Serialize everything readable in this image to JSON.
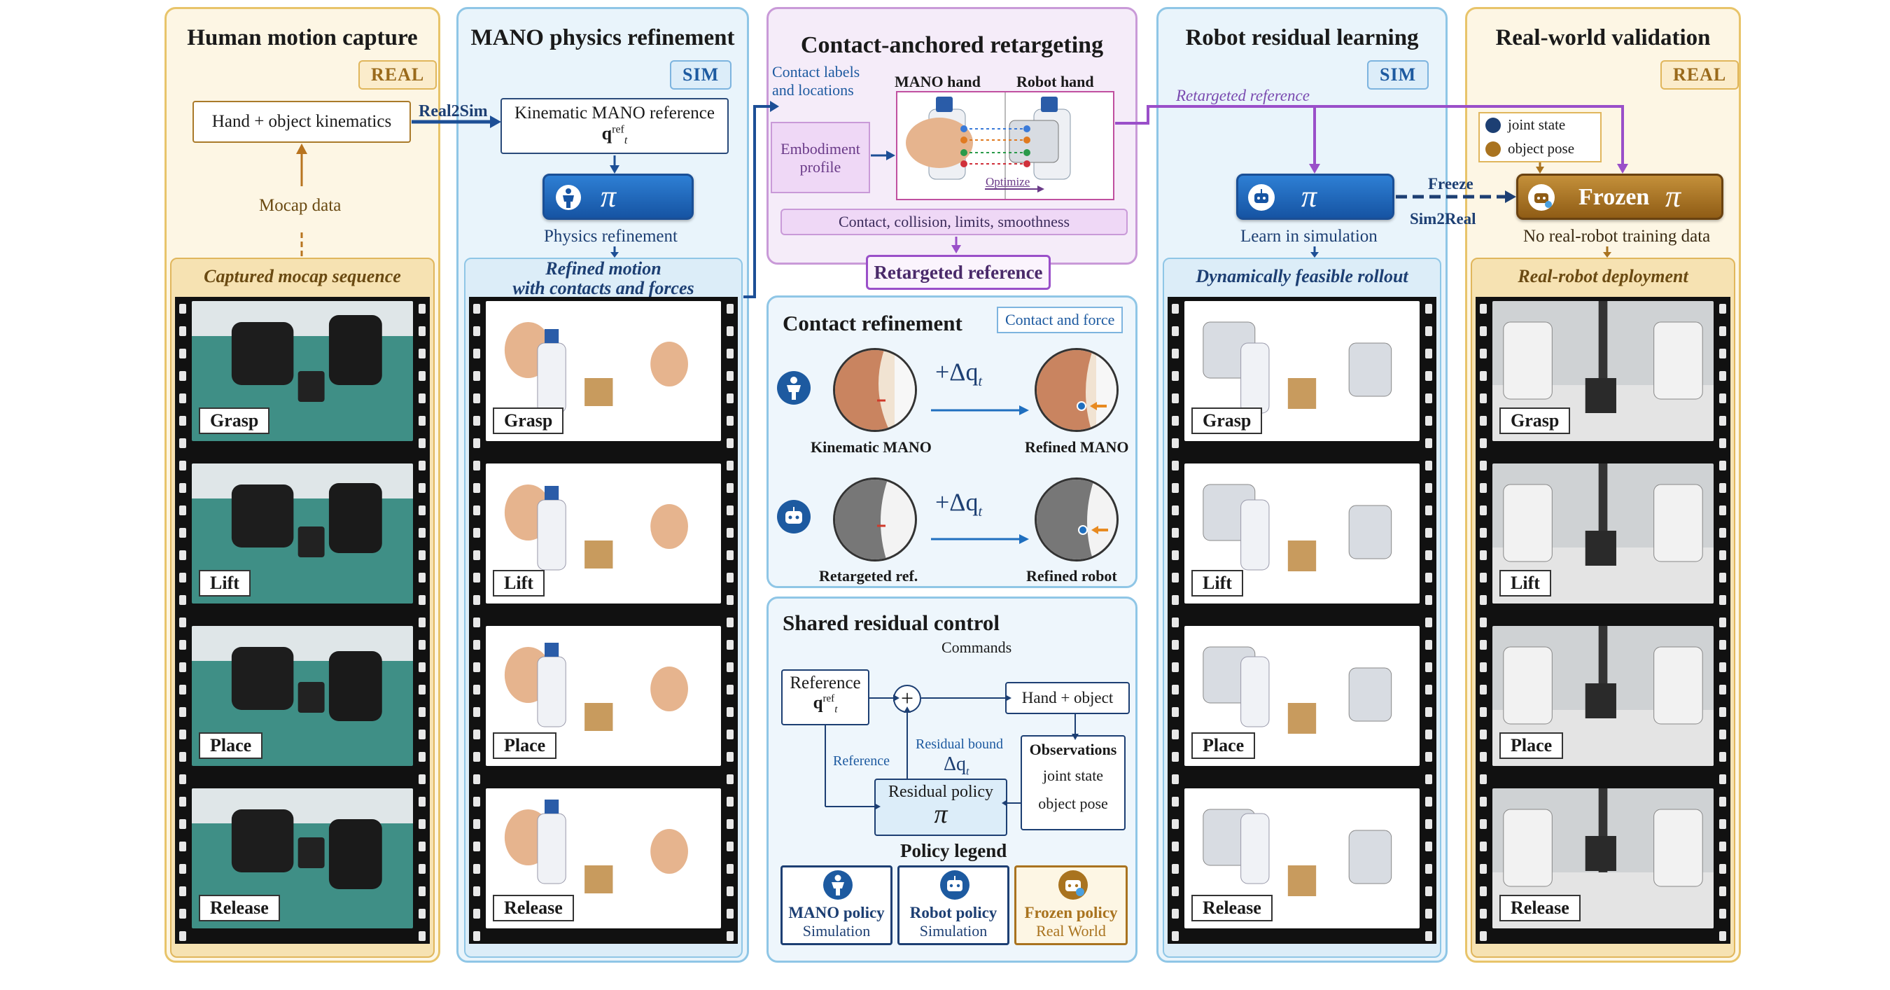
{
  "columns": {
    "human": {
      "title": "Human motion capture",
      "tag": "REAL",
      "kin_box": "Hand + object kinematics",
      "arrow_label": "Mocap data",
      "sub_title": "Captured mocap sequence"
    },
    "mano": {
      "title": "MANO physics refinement",
      "tag": "SIM",
      "ref_box": "Kinematic MANO reference",
      "ref_sym": "q",
      "ref_sup": "ref",
      "ref_sub": "t",
      "policy_label": "Physics refinement",
      "sub_title_1": "Refined motion",
      "sub_title_2": "with contacts and forces"
    },
    "robot": {
      "title": "Robot residual learning",
      "tag": "SIM",
      "ret_ref_label": "Retargeted reference",
      "policy_label": "Learn in simulation",
      "sub_title": "Dynamically feasible rollout"
    },
    "real": {
      "title": "Real-world validation",
      "tag": "REAL",
      "joint_state": "joint state",
      "object_pose": "object pose",
      "frozen": "Frozen",
      "no_data": "No real-robot training data",
      "sub_title": "Real-robot deployment"
    }
  },
  "arrows": {
    "real2sim": "Real2Sim",
    "freeze": "Freeze",
    "sim2real": "Sim2Real"
  },
  "retarget": {
    "title": "Contact-anchored retargeting",
    "contact_labels_1": "Contact labels",
    "contact_labels_2": "and locations",
    "embodiment_1": "Embodiment",
    "embodiment_2": "profile",
    "mano_hand": "MANO hand",
    "robot_hand": "Robot hand",
    "optimize": "Optimize",
    "constraints": "Contact, collision, limits, smoothness",
    "output": "Retargeted reference"
  },
  "contact": {
    "title": "Contact refinement",
    "tag": "Contact and force",
    "delta": "+Δq",
    "delta_sub": "t",
    "kin_mano": "Kinematic MANO",
    "ref_mano": "Refined MANO",
    "ret_ref": "Retargeted ref.",
    "ref_robot": "Refined robot"
  },
  "shared": {
    "title": "Shared residual control",
    "commands": "Commands",
    "reference_box": "Reference",
    "ref_sym": "q",
    "ref_sup": "ref",
    "ref_sub": "t",
    "hand_object": "Hand + object",
    "residual_bound": "Residual bound",
    "delta": "Δq",
    "delta_sub": "t",
    "observations": "Observations",
    "obs_joint": "joint state",
    "obs_pose": "object pose",
    "reference_label": "Reference",
    "residual_policy": "Residual policy",
    "legend_title": "Policy legend",
    "legend": [
      {
        "name": "MANO policy",
        "env": "Simulation"
      },
      {
        "name": "Robot policy",
        "env": "Simulation"
      },
      {
        "name": "Frozen policy",
        "env": "Real World"
      }
    ]
  },
  "stages": [
    "Grasp",
    "Lift",
    "Place",
    "Release"
  ],
  "pi": "π",
  "colors": {
    "gold": "#e8c46a",
    "blue": "#1f6fbf",
    "purple": "#9a4fc9",
    "navy": "#1d3f73",
    "bronze": "#a9731f"
  }
}
